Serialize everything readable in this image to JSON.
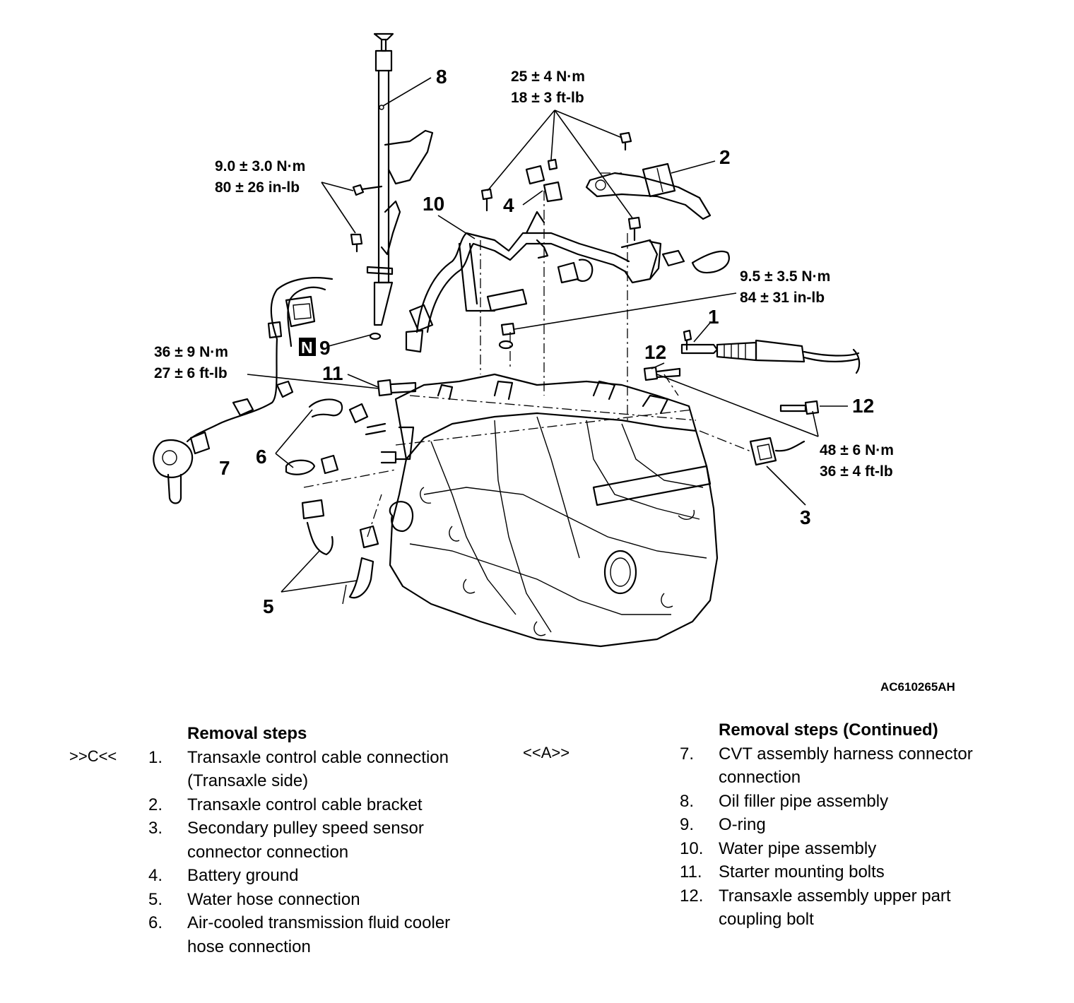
{
  "figure_id": "AC610265AH",
  "callouts": {
    "c1": "1",
    "c2": "2",
    "c3": "3",
    "c4": "4",
    "c5": "5",
    "c6": "6",
    "c7": "7",
    "c8": "8",
    "c9": "9",
    "c10": "10",
    "c11": "11",
    "c12a": "12",
    "c12b": "12",
    "n_badge": "N"
  },
  "torques": {
    "t25": [
      "25 ± 4 N·m",
      "18 ± 3 ft-lb"
    ],
    "t9": [
      "9.0 ± 3.0 N·m",
      "80 ± 26 in-lb"
    ],
    "t95": [
      "9.5 ± 3.5 N·m",
      "84 ± 31 in-lb"
    ],
    "t36": [
      "36 ± 9 N·m",
      "27 ± 6 ft-lb"
    ],
    "t48": [
      "48 ± 6 N·m",
      "36 ± 4 ft-lb"
    ]
  },
  "left_list": {
    "heading": "Removal steps",
    "items": [
      {
        "num": "1.",
        "tag": ">>C<<",
        "lines": [
          "Transaxle control cable connection",
          "(Transaxle side)"
        ]
      },
      {
        "num": "2.",
        "lines": [
          "Transaxle control cable bracket"
        ]
      },
      {
        "num": "3.",
        "lines": [
          "Secondary pulley speed sensor",
          "connector connection"
        ]
      },
      {
        "num": "4.",
        "lines": [
          "Battery ground"
        ]
      },
      {
        "num": "5.",
        "lines": [
          "Water hose connection"
        ]
      },
      {
        "num": "6.",
        "lines": [
          "Air-cooled transmission fluid cooler",
          "hose connection"
        ]
      }
    ]
  },
  "right_list": {
    "heading": "Removal steps (Continued)",
    "items": [
      {
        "num": "7.",
        "tag": "<<A>>",
        "lines": [
          "CVT assembly harness connector",
          "connection"
        ]
      },
      {
        "num": "8.",
        "lines": [
          "Oil filler pipe assembly"
        ]
      },
      {
        "num": "9.",
        "lines": [
          "O-ring"
        ]
      },
      {
        "num": "10.",
        "lines": [
          "Water pipe assembly"
        ]
      },
      {
        "num": "11.",
        "lines": [
          "Starter mounting bolts"
        ]
      },
      {
        "num": "12.",
        "lines": [
          "Transaxle assembly upper part",
          "coupling bolt"
        ]
      }
    ]
  }
}
